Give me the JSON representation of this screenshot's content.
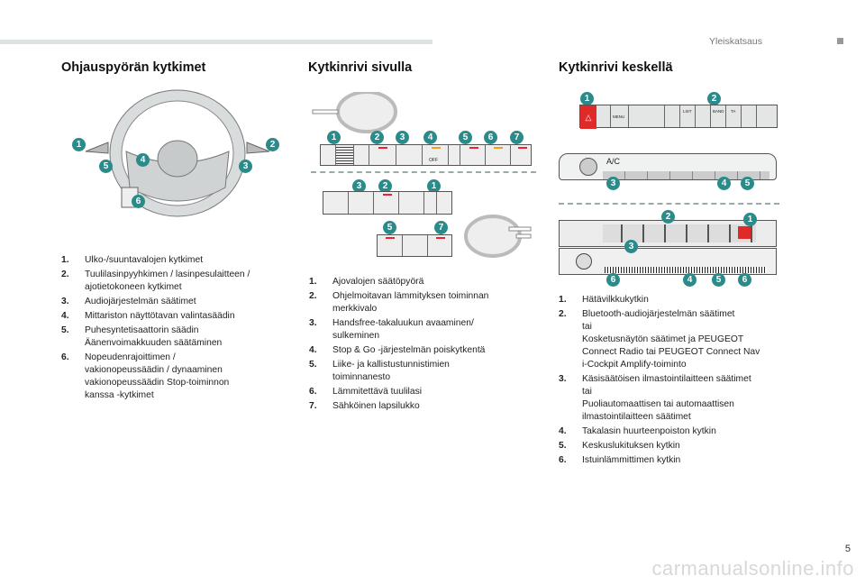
{
  "header": {
    "section": "Yleiskatsaus"
  },
  "columns": [
    {
      "title": "Ohjauspyörän kytkimet",
      "items": [
        {
          "n": "1.",
          "t": "Ulko-/suuntavalojen kytkimet"
        },
        {
          "n": "2.",
          "t": "Tuulilasinpyyhkimen / lasinpesulaitteen /\najotietokoneen kytkimet"
        },
        {
          "n": "3.",
          "t": "Audiojärjestelmän säätimet"
        },
        {
          "n": "4.",
          "t": "Mittariston näyttötavan valintasäädin"
        },
        {
          "n": "5.",
          "t": "Puhesyntetisaattorin säädin\nÄänenvoimakkuuden säätäminen"
        },
        {
          "n": "6.",
          "t": "Nopeudenrajoittimen /\nvakionopeussäädin / dynaaminen\nvakionopeussäädin Stop-toiminnon\nkanssa -kytkimet"
        }
      ]
    },
    {
      "title": "Kytkinrivi sivulla",
      "items": [
        {
          "n": "1.",
          "t": "Ajovalojen säätöpyörä"
        },
        {
          "n": "2.",
          "t": "Ohjelmoitavan lämmityksen toiminnan\nmerkkivalo"
        },
        {
          "n": "3.",
          "t": "Handsfree-takaluukun avaaminen/\nsulkeminen"
        },
        {
          "n": "4.",
          "t": "Stop & Go -järjestelmän poiskytkentä"
        },
        {
          "n": "5.",
          "t": "Liike- ja kallistustunnistimien\ntoiminnanesto"
        },
        {
          "n": "6.",
          "t": "Lämmitettävä tuulilasi"
        },
        {
          "n": "7.",
          "t": "Sähköinen lapsilukko"
        }
      ]
    },
    {
      "title": "Kytkinrivi keskellä",
      "items": [
        {
          "n": "1.",
          "t": "Hätävilkkukytkin"
        },
        {
          "n": "2.",
          "t": "Bluetooth-audiojärjestelmän säätimet\ntai\nKosketusnäytön säätimet ja PEUGEOT\nConnect Radio tai PEUGEOT Connect Nav\ni-Cockpit Amplify-toiminto"
        },
        {
          "n": "3.",
          "t": "Käsisäätöisen ilmastointilaitteen säätimet\ntai\nPuoliautomaattisen tai automaattisen\nilmastointilaitteen säätimet"
        },
        {
          "n": "4.",
          "t": "Takalasin huurteenpoiston kytkin"
        },
        {
          "n": "5.",
          "t": "Keskuslukituksen kytkin"
        },
        {
          "n": "6.",
          "t": "Istuinlämmittimen kytkin"
        }
      ]
    }
  ],
  "panel_labels": {
    "ac": "A/C",
    "menu": "MENU",
    "list": "LIST",
    "band": "BAND",
    "ta": "TA",
    "off": "OFF"
  },
  "badges": {
    "b1": "1",
    "b2": "2",
    "b3": "3",
    "b4": "4",
    "b5": "5",
    "b6": "6",
    "b7": "7"
  },
  "page_number": "5",
  "watermark": "carmanualsonline.info",
  "colors": {
    "badge": "#2a8b8a",
    "hazard": "#e02a2a"
  }
}
